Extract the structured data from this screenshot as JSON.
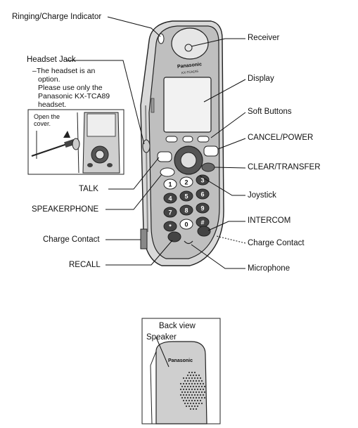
{
  "labels": {
    "ringing": "Ringing/Charge Indicator",
    "headset_jack": "Headset Jack",
    "headset_note": [
      "–The headset is an",
      "option.",
      "Please use only the",
      "Panasonic KX-TCA89",
      "headset."
    ],
    "inset_caption": [
      "Open the",
      "cover."
    ],
    "talk": "TALK",
    "speakerphone": "SPEAKERPHONE",
    "charge_contact_left": "Charge Contact",
    "recall": "RECALL",
    "receiver": "Receiver",
    "display": "Display",
    "soft_buttons": "Soft Buttons",
    "cancel_power": "CANCEL/POWER",
    "clear_transfer": "CLEAR/TRANSFER",
    "joystick": "Joystick",
    "intercom": "INTERCOM",
    "charge_contact_right": "Charge Contact",
    "microphone": "Microphone"
  },
  "handset": {
    "brand": "Panasonic",
    "model": "KX-TCA155",
    "keys": [
      "1",
      "2",
      "3",
      "4",
      "5",
      "6",
      "7",
      "8",
      "9",
      "*",
      "0",
      "#"
    ]
  },
  "back_view": {
    "title": "Back view",
    "speaker_label": "Speaker",
    "brand": "Panasonic"
  }
}
